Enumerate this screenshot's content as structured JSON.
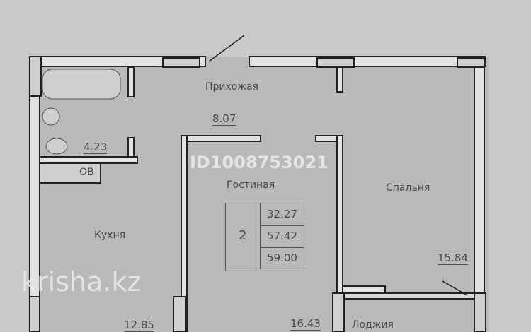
{
  "rooms": {
    "hallway": {
      "label": "Прихожая",
      "area": "8.07"
    },
    "bathroom": {
      "area": "4.23"
    },
    "closet": {
      "label": "ОВ"
    },
    "living": {
      "label": "Гостиная",
      "area": "16.43"
    },
    "bedroom": {
      "label": "Спальня",
      "area": "15.84"
    },
    "kitchen": {
      "label": "Кухня",
      "area": "12.85"
    },
    "loggia": {
      "label": "Лоджия"
    }
  },
  "summary": {
    "rooms_count": "2",
    "living_area": "32.27",
    "total_area": "57.42",
    "total_with_loggia": "59.00"
  },
  "watermark": {
    "id": "ID1008753021",
    "site": "krisha.kz"
  },
  "colors": {
    "floor": "#b9b9b9",
    "wall": "#dcdcdc",
    "outline": "#2a2a2a"
  }
}
